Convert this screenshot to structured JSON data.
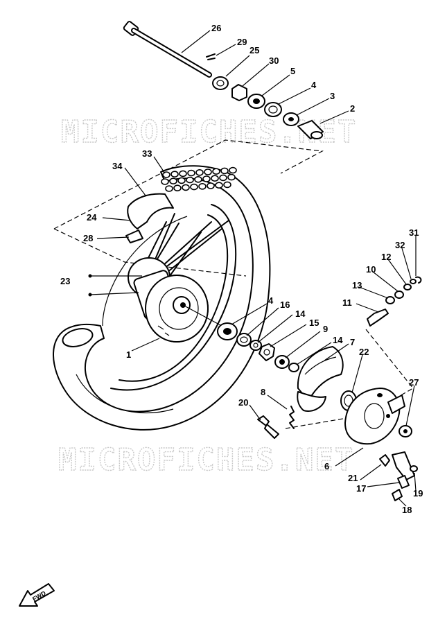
{
  "watermark": "MICROFICHES.NET",
  "fwd_label": "FWD",
  "callouts": [
    {
      "id": "26",
      "text": "26"
    },
    {
      "id": "29",
      "text": "29"
    },
    {
      "id": "25",
      "text": "25"
    },
    {
      "id": "30",
      "text": "30"
    },
    {
      "id": "5",
      "text": "5"
    },
    {
      "id": "4a",
      "text": "4"
    },
    {
      "id": "3",
      "text": "3"
    },
    {
      "id": "2",
      "text": "2"
    },
    {
      "id": "33",
      "text": "33"
    },
    {
      "id": "34",
      "text": "34"
    },
    {
      "id": "24",
      "text": "24"
    },
    {
      "id": "28",
      "text": "28"
    },
    {
      "id": "23",
      "text": "23"
    },
    {
      "id": "1",
      "text": "1"
    },
    {
      "id": "4b",
      "text": "4"
    },
    {
      "id": "16",
      "text": "16"
    },
    {
      "id": "14a",
      "text": "14"
    },
    {
      "id": "15",
      "text": "15"
    },
    {
      "id": "9",
      "text": "9"
    },
    {
      "id": "14b",
      "text": "14"
    },
    {
      "id": "7",
      "text": "7"
    },
    {
      "id": "22",
      "text": "22"
    },
    {
      "id": "31",
      "text": "31"
    },
    {
      "id": "32",
      "text": "32"
    },
    {
      "id": "12",
      "text": "12"
    },
    {
      "id": "10",
      "text": "10"
    },
    {
      "id": "13",
      "text": "13"
    },
    {
      "id": "11",
      "text": "11"
    },
    {
      "id": "8",
      "text": "8"
    },
    {
      "id": "20",
      "text": "20"
    },
    {
      "id": "27",
      "text": "27"
    },
    {
      "id": "6",
      "text": "6"
    },
    {
      "id": "21",
      "text": "21"
    },
    {
      "id": "19",
      "text": "19"
    },
    {
      "id": "17",
      "text": "17"
    },
    {
      "id": "18",
      "text": "18"
    }
  ]
}
